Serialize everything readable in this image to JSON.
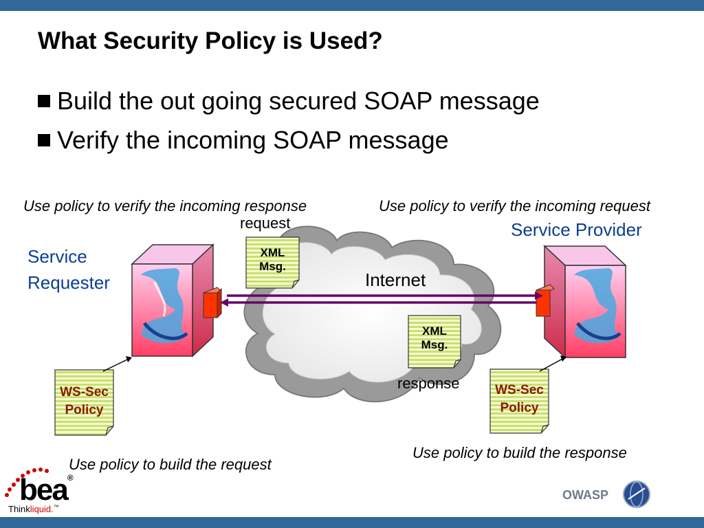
{
  "title": "What Security Policy is Used?",
  "bullets": [
    "Build the out going secured SOAP message",
    "Verify the incoming SOAP message"
  ],
  "notes": {
    "verify_response": "Use policy to verify the incoming response",
    "verify_request": "Use policy to verify the incoming request",
    "build_request": "Use policy to build the request",
    "build_response": "Use policy to build the response"
  },
  "requester": {
    "line1": "Service",
    "line2": "Requester"
  },
  "provider": {
    "label": "Service Provider"
  },
  "internet_label": "Internet",
  "request_label": "request",
  "response_label": "response",
  "xml_msg": {
    "line1": "XML",
    "line2": "Msg."
  },
  "ws_sec": {
    "line1": "WS-Sec",
    "line2": "Policy"
  },
  "logos": {
    "bea_word": "bea",
    "bea_registered": "®",
    "bea_tag_think": "Think",
    "bea_tag_liquid": "liquid.",
    "bea_tag_tm": "™",
    "owasp": "OWASP"
  },
  "colors": {
    "bar": "#336699",
    "provider_text": "#0b3f8f",
    "ws_sec_text": "#8b1a00",
    "arrow": "#660066",
    "port": "#ff3300",
    "doc_fill": "#ddf08a"
  }
}
